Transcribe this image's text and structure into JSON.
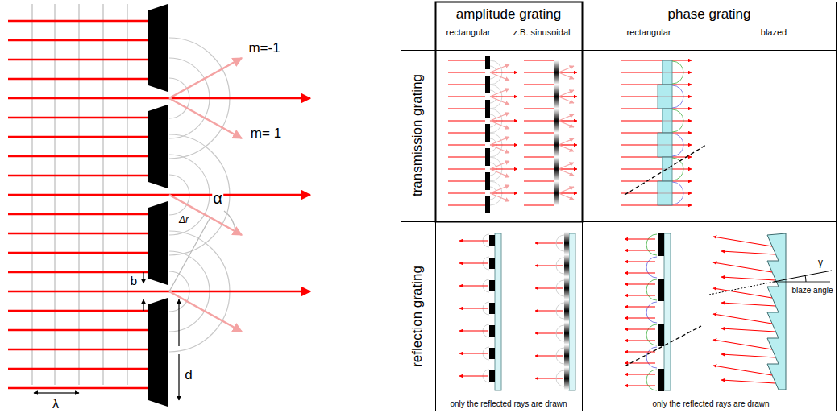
{
  "diagram": {
    "labels": [
      "m=-1",
      "m= 1",
      "α",
      "Δr",
      "b",
      "d",
      "λ",
      "amplitude grating",
      "rectangular",
      "z.B. sinusoidal",
      "phase grating",
      "rectangular",
      "blazed",
      "transmission grating",
      "reflection grating",
      "only the reflected rays are drawn",
      "only the reflected rays are drawn",
      "γ",
      "blaze angle"
    ]
  }
}
